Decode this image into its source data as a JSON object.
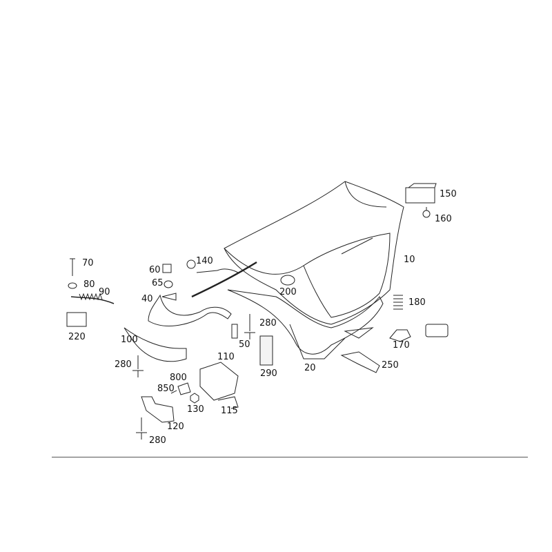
{
  "diagram": {
    "title": "Trunk lid parts diagram",
    "labels": [
      {
        "id": "p150",
        "text": "150"
      },
      {
        "id": "p160",
        "text": "160"
      },
      {
        "id": "p10",
        "text": "10"
      },
      {
        "id": "p140",
        "text": "140"
      },
      {
        "id": "p60",
        "text": "60"
      },
      {
        "id": "p65",
        "text": "65"
      },
      {
        "id": "p70",
        "text": "70"
      },
      {
        "id": "p80",
        "text": "80"
      },
      {
        "id": "p90",
        "text": "90"
      },
      {
        "id": "p40",
        "text": "40"
      },
      {
        "id": "p200",
        "text": "200"
      },
      {
        "id": "p180",
        "text": "180"
      },
      {
        "id": "p220",
        "text": "220"
      },
      {
        "id": "p100",
        "text": "100"
      },
      {
        "id": "p280a",
        "text": "280"
      },
      {
        "id": "p50",
        "text": "50"
      },
      {
        "id": "p170",
        "text": "170"
      },
      {
        "id": "p250",
        "text": "250"
      },
      {
        "id": "p290",
        "text": "290"
      },
      {
        "id": "p20",
        "text": "20"
      },
      {
        "id": "p110",
        "text": "110"
      },
      {
        "id": "p280b",
        "text": "280"
      },
      {
        "id": "p800",
        "text": "800"
      },
      {
        "id": "p850",
        "text": "850"
      },
      {
        "id": "p130",
        "text": "130"
      },
      {
        "id": "p115",
        "text": "115"
      },
      {
        "id": "p120",
        "text": "120"
      },
      {
        "id": "p280c",
        "text": "280"
      }
    ]
  }
}
